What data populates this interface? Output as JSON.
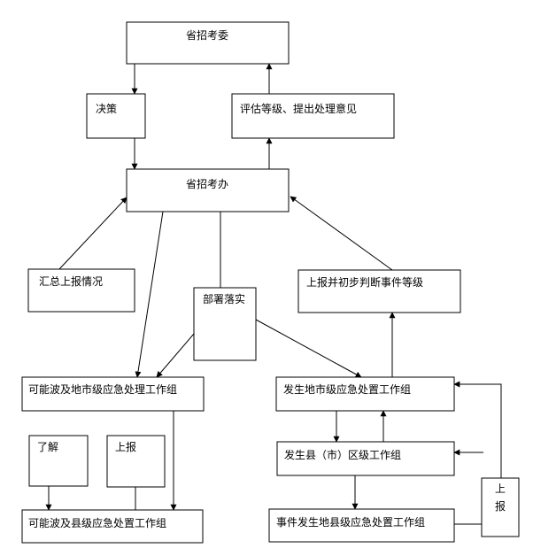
{
  "nodes": {
    "province_committee": "省招考委",
    "decision": "决策",
    "assess": "评估等级、提出处理意见",
    "province_office": "省招考办",
    "summary_report": "汇总上报情况",
    "deploy": "部署落实",
    "report_judge": "上报并初步判断事件等级",
    "possible_city_group": "可能波及地市级应急处理工作组",
    "occur_city_group": "发生地市级应急处置工作组",
    "understand": "了解",
    "report_up": "上报",
    "occur_county_group": "发生县（市）区级工作组",
    "side_report": "上报",
    "possible_county_group": "可能波及县级应急处置工作组",
    "event_county_group": "事件发生地县级应急处置工作组"
  },
  "colors": {
    "line": "#000000",
    "box_fill": "#ffffff",
    "text": "#000000"
  }
}
